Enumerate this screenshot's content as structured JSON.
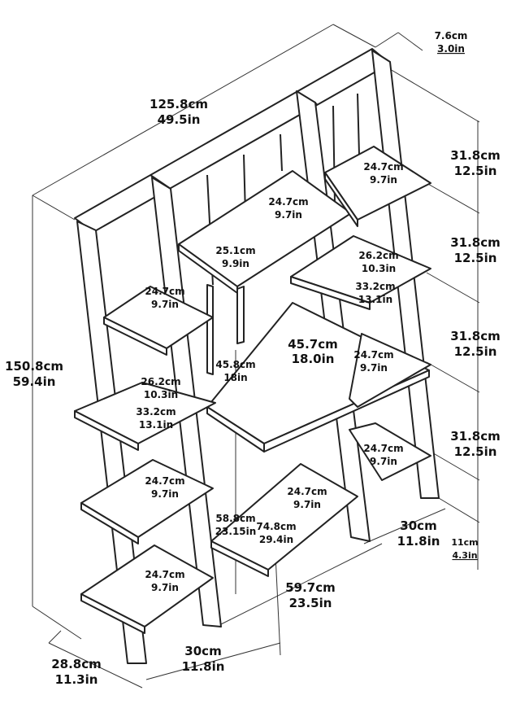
{
  "labels": {
    "depth_top_cm": "7.6cm",
    "depth_top_in": "3.0in",
    "width_total_cm": "125.8cm",
    "width_total_in": "49.5in",
    "height_total_cm": "150.8cm",
    "height_total_in": "59.4in",
    "tier1_cm": "31.8cm",
    "tier1_in": "12.5in",
    "tier2_cm": "31.8cm",
    "tier2_in": "12.5in",
    "tier3_cm": "31.8cm",
    "tier3_in": "12.5in",
    "tier4_cm": "31.8cm",
    "tier4_in": "12.5in",
    "base_r_cm": "30cm",
    "base_r_in": "11.8in",
    "foot_cm": "11cm",
    "foot_in": "4.3in",
    "base_w_cm": "59.7cm",
    "base_w_in": "23.5in",
    "base_l_cm": "30cm",
    "base_l_in": "11.8in",
    "depth_l_cm": "28.8cm",
    "depth_l_in": "11.3in",
    "hutch_w_cm": "24.7cm",
    "hutch_w_in": "9.7in",
    "hutch_h_cm": "25.1cm",
    "hutch_h_in": "9.9in",
    "desk_w_cm": "45.7cm",
    "desk_w_in": "18.0in",
    "desk_h_cm": "45.8cm",
    "desk_h_in": "18in",
    "rs1_cm": "24.7cm",
    "rs1_in": "9.7in",
    "rs2_d_cm": "26.2cm",
    "rs2_d_in": "10.3in",
    "rs2_w_cm": "33.2cm",
    "rs2_w_in": "13.1in",
    "rs3_cm": "24.7cm",
    "rs3_in": "9.7in",
    "rs4_cm": "24.7cm",
    "rs4_in": "9.7in",
    "ls1_cm": "24.7cm",
    "ls1_in": "9.7in",
    "ls2_d_cm": "26.2cm",
    "ls2_d_in": "10.3in",
    "ls2_w_cm": "33.2cm",
    "ls2_w_in": "13.1in",
    "ls3_cm": "24.7cm",
    "ls3_in": "9.7in",
    "ls4_cm": "24.7cm",
    "ls4_in": "9.7in",
    "under_cm": "24.7cm",
    "under_in": "9.7in",
    "leg_a_cm": "58.8cm",
    "leg_a_in": "23.15in",
    "leg_b_cm": "74.8cm",
    "leg_b_in": "29.4in"
  }
}
